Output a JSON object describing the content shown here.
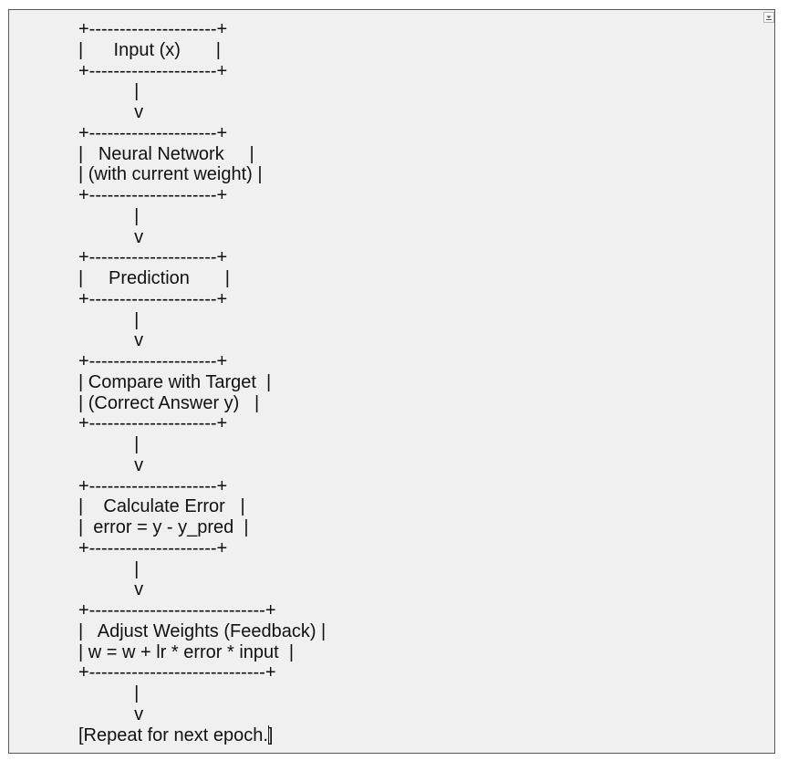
{
  "editor": {
    "lines": [
      "+---------------------+",
      "|      Input (x)       |",
      "+---------------------+",
      "           |",
      "           v",
      "+---------------------+",
      "|   Neural Network     |",
      "| (with current weight) |",
      "+---------------------+",
      "           |",
      "           v",
      "+---------------------+",
      "|     Prediction       |",
      "+---------------------+",
      "           |",
      "           v",
      "+---------------------+",
      "| Compare with Target  |",
      "| (Correct Answer y)   |",
      "+---------------------+",
      "           |",
      "           v",
      "+---------------------+",
      "|    Calculate Error   |",
      "|  error = y - y_pred  |",
      "+---------------------+",
      "           |",
      "           v",
      "+-----------------------------+",
      "|   Adjust Weights (Feedback) |",
      "| w = w + lr * error * input  |",
      "+-----------------------------+",
      "           |",
      "           v"
    ],
    "last_line_before_caret": "[Repeat for next epoch.",
    "last_line_after_caret": "]"
  },
  "icons": {
    "dropdown": "chevron-down-icon"
  }
}
